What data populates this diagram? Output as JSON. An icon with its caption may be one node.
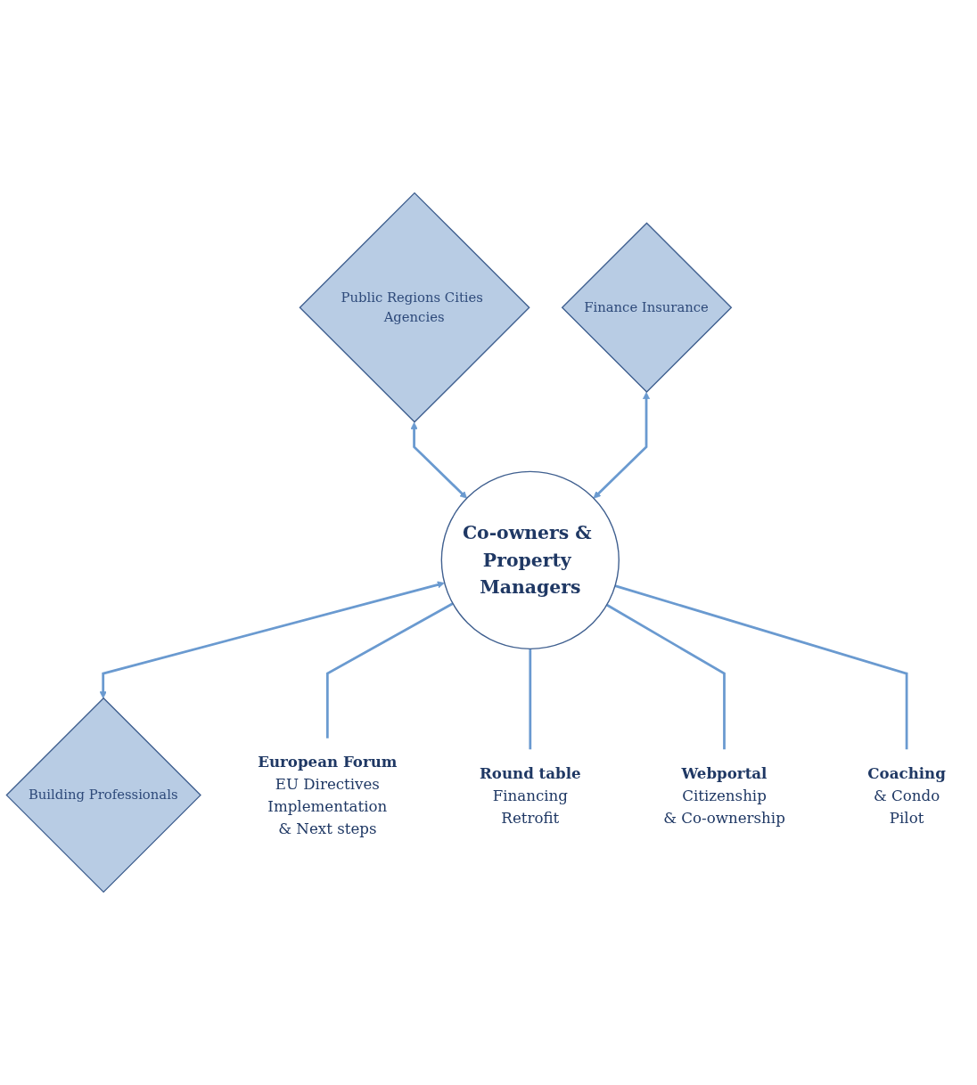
{
  "diagram": {
    "nodes": [
      {
        "text": [
          "Public Regions Cities Agencies"
        ]
      },
      {
        "text": [
          "Finance Insurance"
        ]
      },
      {
        "text": [
          "Co-owners & Property Managers"
        ]
      },
      {
        "text": [
          "Building Professionals"
        ]
      },
      {
        "text": [
          "European Forum",
          "EU Directives",
          "Implementation",
          "& Next steps"
        ]
      },
      {
        "text": [
          "Round table",
          "Financing",
          "Retrofit"
        ]
      },
      {
        "text": [
          "Webportal",
          "Citizenship",
          "& Co-ownership"
        ]
      },
      {
        "text": [
          "Coaching",
          "& Condo",
          "Pilot"
        ]
      }
    ],
    "edges": [
      {
        "from": 0,
        "to": 2,
        "arrow": "both"
      },
      {
        "from": 1,
        "to": 2,
        "arrow": "both"
      },
      {
        "from": 2,
        "to": 3,
        "arrow": "both"
      },
      {
        "from": 2,
        "to": 4,
        "arrow": "none"
      },
      {
        "from": 2,
        "to": 5,
        "arrow": "none"
      },
      {
        "from": 2,
        "to": 6,
        "arrow": "none"
      },
      {
        "from": 2,
        "to": 7,
        "arrow": "none"
      }
    ]
  }
}
